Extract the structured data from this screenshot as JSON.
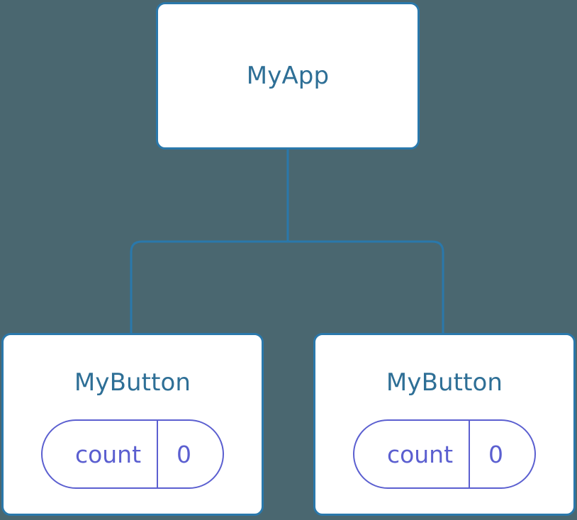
{
  "canvas": {
    "background_color": "#4a6770",
    "node_border_color": "#2a78ab",
    "node_background_color": "#ffffff",
    "node_title_color": "#2e6f96",
    "state_pill_color": "#5b5fd0",
    "edge_color": "#2a78ab"
  },
  "tree": {
    "root": {
      "title": "MyApp",
      "state": []
    },
    "children": [
      {
        "title": "MyButton",
        "state": [
          {
            "key": "count",
            "value": "0"
          }
        ]
      },
      {
        "title": "MyButton",
        "state": [
          {
            "key": "count",
            "value": "0"
          }
        ]
      }
    ]
  }
}
